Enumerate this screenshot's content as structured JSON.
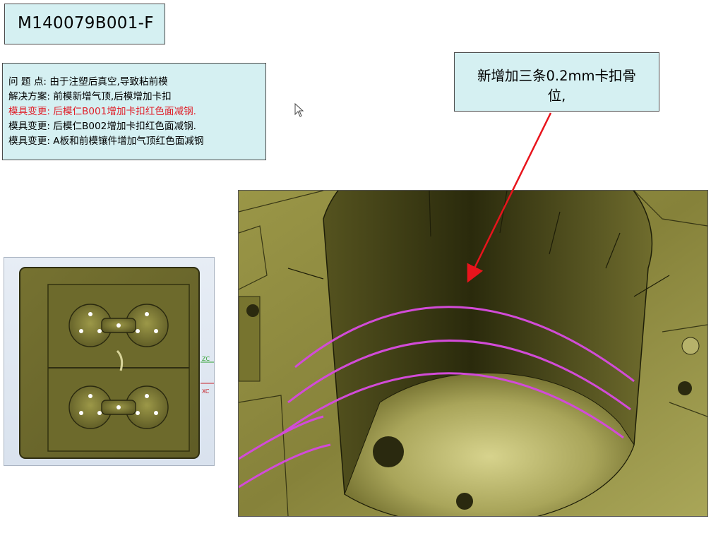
{
  "title": {
    "code": "M140079B001-F"
  },
  "notes": [
    {
      "text": "问  题  点: 由于注塑后真空,导致粘前模",
      "color": "#000000"
    },
    {
      "text": "解决方案: 前模新增气顶,后模增加卡扣",
      "color": "#000000"
    },
    {
      "text": "模具变更: 后模仁B001增加卡扣红色面减钢.",
      "color": "#e0202a"
    },
    {
      "text": "模具变更: 后模仁B002增加卡扣红色面减钢.",
      "color": "#000000"
    },
    {
      "text": "模具变更: A板和前模镶件增加气顶红色面减钢",
      "color": "#000000"
    }
  ],
  "callout": {
    "line1": "新增加三条0.2mm卡扣骨",
    "line2": "位,"
  },
  "thumbnail": {
    "axis_labels": [
      "ZC",
      "XC"
    ]
  },
  "colors": {
    "box_fill": "#d5f0f2",
    "arrow": "#e8141c",
    "mold_surface": "#8f8b3c",
    "highlight_ribs": "#d24bd8"
  },
  "icons": {
    "cursor": "mouse-pointer-icon",
    "arrow": "red-callout-arrow"
  }
}
